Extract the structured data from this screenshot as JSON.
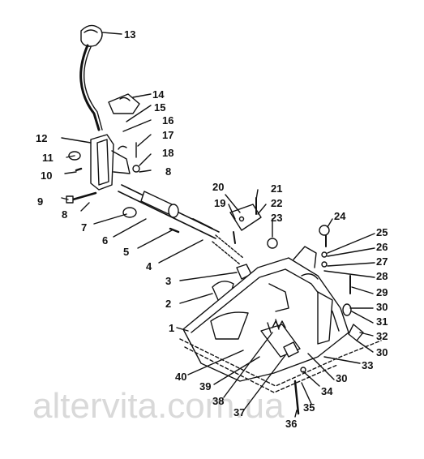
{
  "diagram": {
    "callouts": [
      "13",
      "14",
      "15",
      "16",
      "17",
      "18",
      "12",
      "11",
      "10",
      "8",
      "9",
      "8",
      "7",
      "6",
      "5",
      "4",
      "20",
      "21",
      "19",
      "22",
      "23",
      "24",
      "25",
      "26",
      "27",
      "28",
      "3",
      "2",
      "29",
      "30",
      "31",
      "32",
      "1",
      "30",
      "33",
      "40",
      "39",
      "30",
      "38",
      "37",
      "34",
      "35",
      "36"
    ],
    "watermark": "altervita.com.ua",
    "colors": {
      "ink": "#111111",
      "paper": "#ffffff",
      "watermark": "#d9d9d9"
    }
  }
}
